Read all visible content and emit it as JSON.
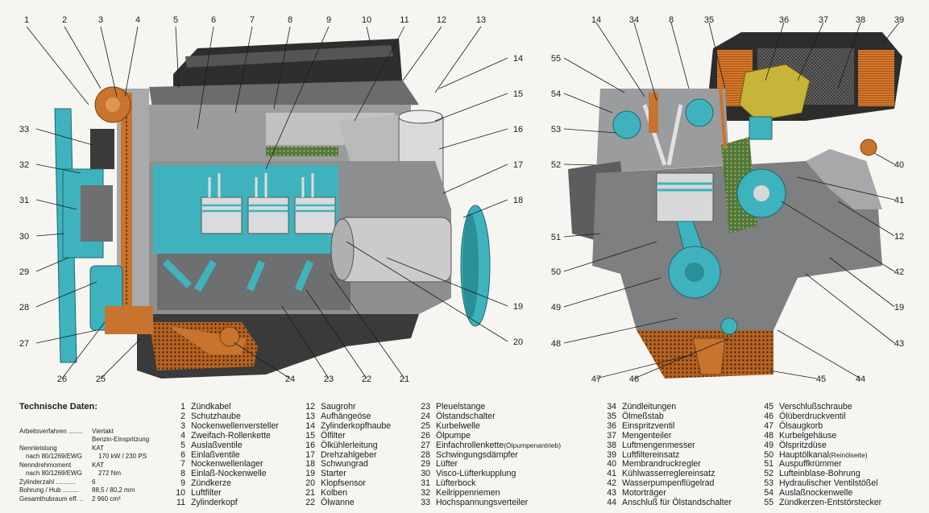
{
  "callouts_left": [
    "1",
    "2",
    "3",
    "4",
    "5",
    "6",
    "7",
    "8",
    "9",
    "10",
    "11",
    "12",
    "13",
    "14",
    "15",
    "16",
    "17",
    "18",
    "19",
    "20",
    "21",
    "22",
    "23",
    "24",
    "25",
    "26",
    "27",
    "28",
    "29",
    "30",
    "31",
    "32",
    "33"
  ],
  "callouts_right": [
    "14",
    "34",
    "8",
    "35",
    "36",
    "37",
    "38",
    "39",
    "55",
    "54",
    "53",
    "52",
    "51",
    "50",
    "49",
    "48",
    "47",
    "46",
    "45",
    "44",
    "43",
    "19",
    "42",
    "12",
    "41",
    "40"
  ],
  "specs": {
    "title": "Technische Daten:",
    "rows": [
      {
        "k": "Arbeitsverfahren ........",
        "v": "Viertakt"
      },
      {
        "k": "",
        "v": "Benzin-Einspritzung"
      },
      {
        "k": "Nennleistung",
        "v": "KAT"
      },
      {
        "k": "nach 80/1269/EWG",
        "v": "170 kW / 230 PS"
      },
      {
        "k": "Nenndrehmoment",
        "v": "KAT"
      },
      {
        "k": "nach 80/1269/EWG",
        "v": "272 Nm"
      },
      {
        "k": "Zylinderzahl ...........",
        "v": "6"
      },
      {
        "k": "Bohrung / Hub .........",
        "v": "88,5 / 80,2 mm"
      },
      {
        "k": "Gesamthubraum eff. ..",
        "v": "2 960 cm³"
      }
    ]
  },
  "legend": [
    [
      {
        "n": "1",
        "t": "Zündkabel"
      },
      {
        "n": "2",
        "t": "Schutzhaube"
      },
      {
        "n": "3",
        "t": "Nockenwellenversteller"
      },
      {
        "n": "4",
        "t": "Zweifach-Rollenkette"
      },
      {
        "n": "5",
        "t": "Auslaßventile"
      },
      {
        "n": "6",
        "t": "Einlaßventile"
      },
      {
        "n": "7",
        "t": "Nockenwellenlager"
      },
      {
        "n": "8",
        "t": "Einlaß-Nockenwelle"
      },
      {
        "n": "9",
        "t": "Zündkerze"
      },
      {
        "n": "10",
        "t": "Luftfilter"
      },
      {
        "n": "11",
        "t": "Zylinderkopf"
      }
    ],
    [
      {
        "n": "12",
        "t": "Saugrohr"
      },
      {
        "n": "13",
        "t": "Aufhängeöse"
      },
      {
        "n": "14",
        "t": "Zylinderkopfhaube"
      },
      {
        "n": "15",
        "t": "Ölfilter"
      },
      {
        "n": "16",
        "t": "Ölkühlerleitung"
      },
      {
        "n": "17",
        "t": "Drehzahlgeber"
      },
      {
        "n": "18",
        "t": "Schwungrad"
      },
      {
        "n": "19",
        "t": "Starter"
      },
      {
        "n": "20",
        "t": "Klopfsensor"
      },
      {
        "n": "21",
        "t": "Kolben"
      },
      {
        "n": "22",
        "t": "Ölwanne"
      }
    ],
    [
      {
        "n": "23",
        "t": "Pleuelstange"
      },
      {
        "n": "24",
        "t": "Ölstandschalter"
      },
      {
        "n": "25",
        "t": "Kurbelwelle"
      },
      {
        "n": "26",
        "t": "Ölpumpe"
      },
      {
        "n": "27",
        "t": "Einfachrollenkette",
        "note": " (Ölpumpenantrieb)"
      },
      {
        "n": "28",
        "t": "Schwingungsdämpfer"
      },
      {
        "n": "29",
        "t": "Lüfter"
      },
      {
        "n": "30",
        "t": "Visco-Lüfterkupplung"
      },
      {
        "n": "31",
        "t": "Lüfterbock"
      },
      {
        "n": "32",
        "t": "Keilrippenriemen"
      },
      {
        "n": "33",
        "t": "Hochspannungsverteiler"
      }
    ],
    [
      {
        "n": "34",
        "t": "Zündleitungen"
      },
      {
        "n": "35",
        "t": "Ölmeßstab"
      },
      {
        "n": "36",
        "t": "Einspritzventil"
      },
      {
        "n": "37",
        "t": "Mengenteiler"
      },
      {
        "n": "38",
        "t": "Luftmengenmesser"
      },
      {
        "n": "39",
        "t": "Luftfiltereinsatz"
      },
      {
        "n": "40",
        "t": "Membrandruckregler"
      },
      {
        "n": "41",
        "t": "Kühlwasserreglereinsatz"
      },
      {
        "n": "42",
        "t": "Wasserpumpenflügelrad"
      },
      {
        "n": "43",
        "t": "Motorträger"
      },
      {
        "n": "44",
        "t": "Anschluß für Ölstandschalter"
      }
    ],
    [
      {
        "n": "45",
        "t": "Verschlußschraube"
      },
      {
        "n": "46",
        "t": "Ölüberdruckventil"
      },
      {
        "n": "47",
        "t": "Ölsaugkorb"
      },
      {
        "n": "48",
        "t": "Kurbelgehäuse"
      },
      {
        "n": "49",
        "t": "Ölspritzdüse"
      },
      {
        "n": "50",
        "t": "Hauptölkanal",
        "note": " (Reinölseite)"
      },
      {
        "n": "51",
        "t": "Auspuffkrümmer"
      },
      {
        "n": "52",
        "t": "Lufteinblase-Bohrung"
      },
      {
        "n": "53",
        "t": "Hydraulischer Ventilstößel"
      },
      {
        "n": "54",
        "t": "Auslaßnockenwelle"
      },
      {
        "n": "55",
        "t": "Zündkerzen-Entstörstecker"
      }
    ]
  ],
  "colors": {
    "background": "#f6f5f1",
    "cutaway_cyan": "#3fb3bd",
    "copper": "#c8742e",
    "metal_grey": "#8d8f91",
    "dark_housing": "#2d2d2d",
    "brass": "#c9b43a",
    "oil_green": "#3f6b3a"
  }
}
